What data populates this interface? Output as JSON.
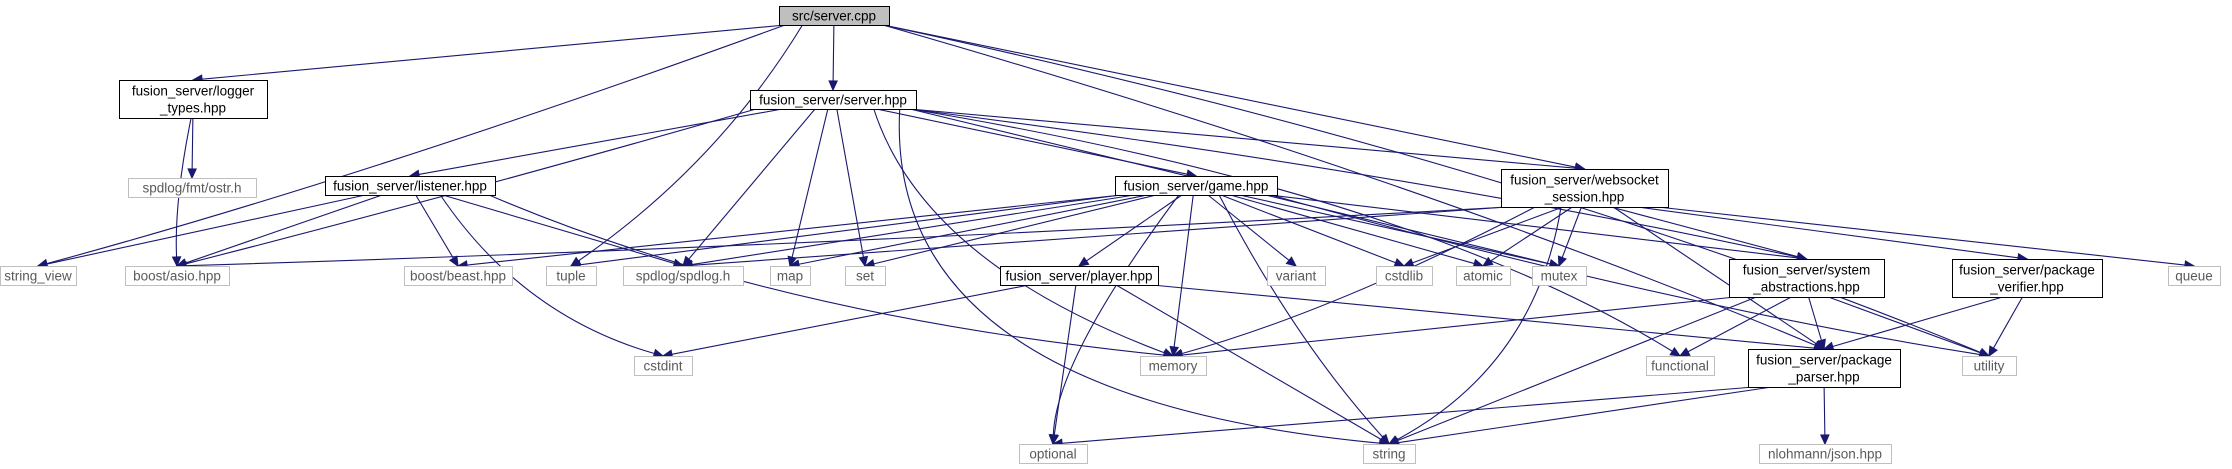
{
  "graph": {
    "colors": {
      "root_fill": "#bfbfbf",
      "internal_border": "#000000",
      "external_border": "#bfbfbf",
      "external_text": "#5a5a5a",
      "internal_text": "#000000",
      "edge": "#191970"
    },
    "nodes": [
      {
        "id": "server_cpp",
        "lines": [
          "src/server.cpp"
        ],
        "kind": "root"
      },
      {
        "id": "logger_types",
        "lines": [
          "fusion_server/logger",
          "_types.hpp"
        ],
        "kind": "internal"
      },
      {
        "id": "server_hpp",
        "lines": [
          "fusion_server/server.hpp"
        ],
        "kind": "internal"
      },
      {
        "id": "fmt_ostr",
        "lines": [
          "spdlog/fmt/ostr.h"
        ],
        "kind": "external"
      },
      {
        "id": "listener_hpp",
        "lines": [
          "fusion_server/listener.hpp"
        ],
        "kind": "internal"
      },
      {
        "id": "game_hpp",
        "lines": [
          "fusion_server/game.hpp"
        ],
        "kind": "internal"
      },
      {
        "id": "websocket_session",
        "lines": [
          "fusion_server/websocket",
          "_session.hpp"
        ],
        "kind": "internal"
      },
      {
        "id": "string_view",
        "lines": [
          "string_view"
        ],
        "kind": "external"
      },
      {
        "id": "boost_asio",
        "lines": [
          "boost/asio.hpp"
        ],
        "kind": "external"
      },
      {
        "id": "boost_beast",
        "lines": [
          "boost/beast.hpp"
        ],
        "kind": "external"
      },
      {
        "id": "tuple",
        "lines": [
          "tuple"
        ],
        "kind": "external"
      },
      {
        "id": "spdlog",
        "lines": [
          "spdlog/spdlog.h"
        ],
        "kind": "external"
      },
      {
        "id": "map",
        "lines": [
          "map"
        ],
        "kind": "external"
      },
      {
        "id": "set",
        "lines": [
          "set"
        ],
        "kind": "external"
      },
      {
        "id": "variant",
        "lines": [
          "variant"
        ],
        "kind": "external"
      },
      {
        "id": "cstdlib",
        "lines": [
          "cstdlib"
        ],
        "kind": "external"
      },
      {
        "id": "atomic",
        "lines": [
          "atomic"
        ],
        "kind": "external"
      },
      {
        "id": "mutex",
        "lines": [
          "mutex"
        ],
        "kind": "external"
      },
      {
        "id": "system_abstractions",
        "lines": [
          "fusion_server/system",
          "_abstractions.hpp"
        ],
        "kind": "internal"
      },
      {
        "id": "package_verifier",
        "lines": [
          "fusion_server/package",
          "_verifier.hpp"
        ],
        "kind": "internal"
      },
      {
        "id": "queue",
        "lines": [
          "queue"
        ],
        "kind": "external"
      },
      {
        "id": "player_hpp",
        "lines": [
          "fusion_server/player.hpp"
        ],
        "kind": "internal"
      },
      {
        "id": "cstdint",
        "lines": [
          "cstdint"
        ],
        "kind": "external"
      },
      {
        "id": "memory",
        "lines": [
          "memory"
        ],
        "kind": "external"
      },
      {
        "id": "functional",
        "lines": [
          "functional"
        ],
        "kind": "external"
      },
      {
        "id": "package_parser",
        "lines": [
          "fusion_server/package",
          "_parser.hpp"
        ],
        "kind": "internal"
      },
      {
        "id": "utility",
        "lines": [
          "utility"
        ],
        "kind": "external"
      },
      {
        "id": "optional",
        "lines": [
          "optional"
        ],
        "kind": "external"
      },
      {
        "id": "string",
        "lines": [
          "string"
        ],
        "kind": "external"
      },
      {
        "id": "nlohmann_json",
        "lines": [
          "nlohmann/json.hpp"
        ],
        "kind": "external"
      }
    ]
  }
}
